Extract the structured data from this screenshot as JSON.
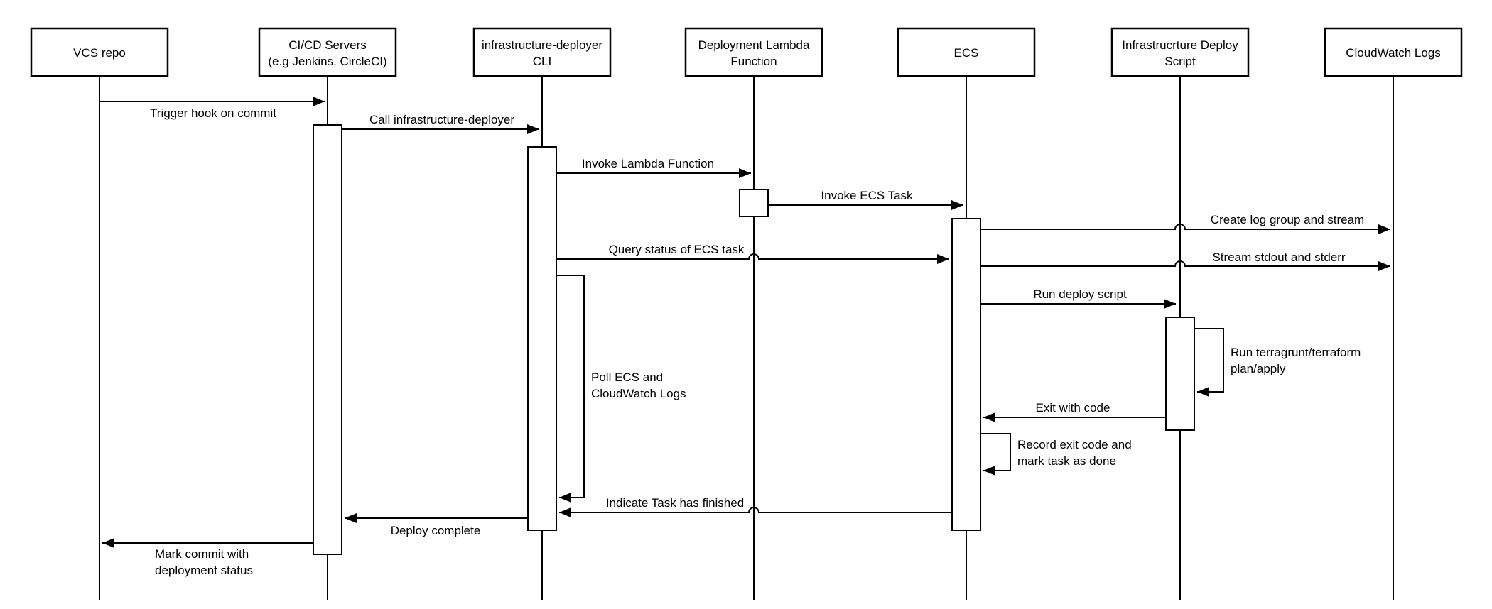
{
  "diagram": {
    "kind": "uml-sequence-diagram",
    "background_color": "#ffffff",
    "line_color": "#000000",
    "shape_fill_color": "#ffffff",
    "actors": [
      {
        "id": "vcs-repo",
        "lines": [
          "VCS repo"
        ]
      },
      {
        "id": "cicd-servers",
        "lines": [
          "CI/CD Servers",
          "(e.g Jenkins, CircleCI)"
        ]
      },
      {
        "id": "infrastructure-deployer-cli",
        "lines": [
          "infrastructure-deployer",
          "CLI"
        ]
      },
      {
        "id": "deployment-lambda-function",
        "lines": [
          "Deployment Lambda",
          "Function"
        ]
      },
      {
        "id": "ecs",
        "lines": [
          "ECS"
        ]
      },
      {
        "id": "infrastructure-deploy-script",
        "lines": [
          "Infrastrucrture Deploy",
          "Script"
        ]
      },
      {
        "id": "cloudwatch-logs",
        "lines": [
          "CloudWatch Logs"
        ]
      }
    ],
    "messages": [
      {
        "label": "Trigger hook on commit",
        "from": "vcs-repo",
        "to": "cicd-servers"
      },
      {
        "label": "Call infrastructure-deployer",
        "from": "cicd-servers",
        "to": "infrastructure-deployer-cli"
      },
      {
        "label": "Invoke Lambda Function",
        "from": "infrastructure-deployer-cli",
        "to": "deployment-lambda-function"
      },
      {
        "label": "Invoke ECS Task",
        "from": "deployment-lambda-function",
        "to": "ecs"
      },
      {
        "label": "Create log group and stream",
        "from": "ecs",
        "to": "cloudwatch-logs"
      },
      {
        "label": "Query status of ECS task",
        "from": "infrastructure-deployer-cli",
        "to": "ecs"
      },
      {
        "label": "Stream stdout and stderr",
        "from": "ecs",
        "to": "cloudwatch-logs"
      },
      {
        "label": "Run deploy script",
        "from": "ecs",
        "to": "infrastructure-deploy-script"
      },
      {
        "lines": [
          "Run terragrunt/terraform",
          "plan/apply"
        ],
        "from": "infrastructure-deploy-script",
        "to": "infrastructure-deploy-script"
      },
      {
        "label": "Exit with code",
        "from": "infrastructure-deploy-script",
        "to": "ecs"
      },
      {
        "lines": [
          "Record exit code and",
          "mark task as done"
        ],
        "from": "ecs",
        "to": "ecs"
      },
      {
        "lines": [
          "Poll ECS and",
          "CloudWatch Logs"
        ],
        "from": "infrastructure-deployer-cli",
        "to": "infrastructure-deployer-cli"
      },
      {
        "label": "Indicate Task has finished",
        "from": "ecs",
        "to": "infrastructure-deployer-cli"
      },
      {
        "label": "Deploy complete",
        "from": "infrastructure-deployer-cli",
        "to": "cicd-servers"
      },
      {
        "lines": [
          "Mark commit with",
          "deployment status"
        ],
        "from": "cicd-servers",
        "to": "vcs-repo"
      }
    ]
  }
}
